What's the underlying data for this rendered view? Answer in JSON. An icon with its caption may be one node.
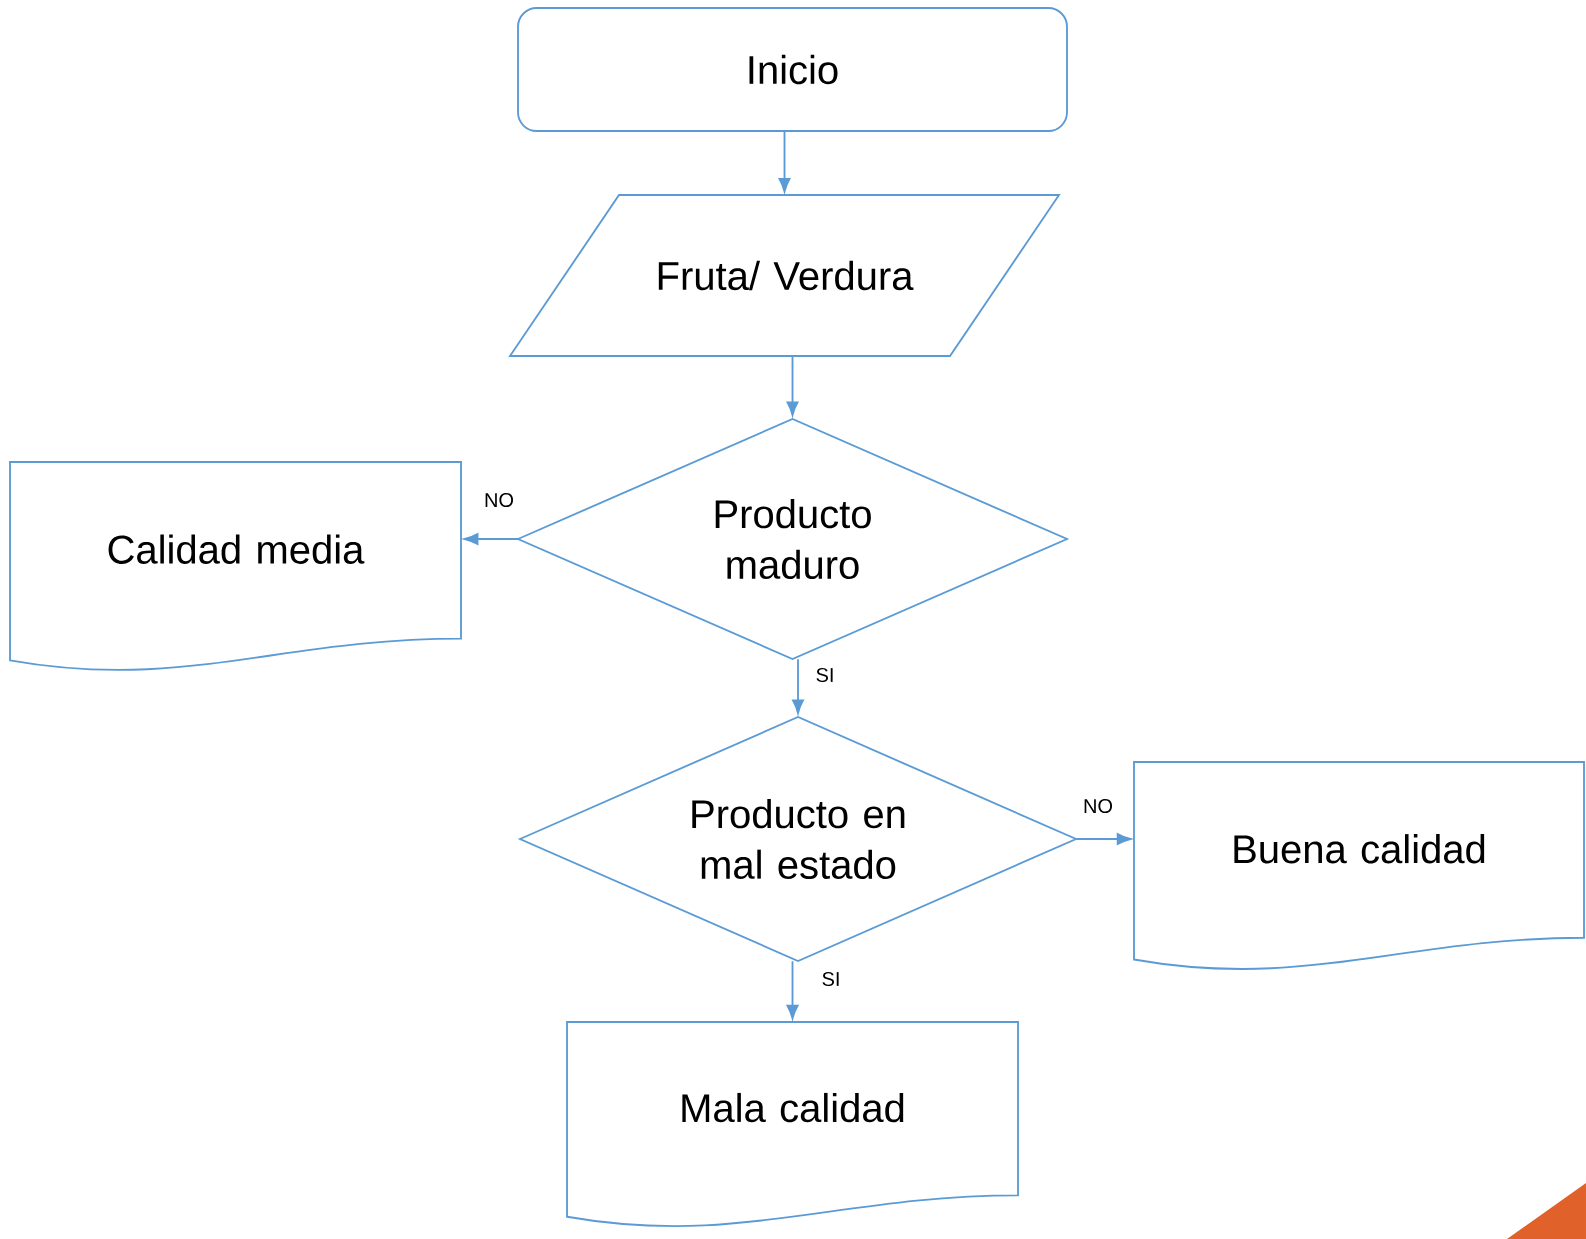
{
  "diagram": {
    "nodes": [
      {
        "text": [
          "Inicio"
        ]
      },
      {
        "text": [
          "Fruta/ Verdura"
        ]
      },
      {
        "text": [
          "Producto maduro"
        ]
      },
      {
        "text": [
          "Calidad media"
        ]
      },
      {
        "text": [
          "Producto en mal estado"
        ]
      },
      {
        "text": [
          "Buena calidad"
        ]
      },
      {
        "text": [
          "Mala calidad"
        ]
      }
    ],
    "edges": [
      {
        "from": 0,
        "to": 1,
        "arrow": "to"
      },
      {
        "from": 1,
        "to": 2,
        "arrow": "to"
      },
      {
        "from": 2,
        "to": 3,
        "arrow": "to",
        "label": "NO"
      },
      {
        "from": 2,
        "to": 4,
        "arrow": "to",
        "label": "SI"
      },
      {
        "from": 4,
        "to": 5,
        "arrow": "to",
        "label": "NO"
      },
      {
        "from": 4,
        "to": 6,
        "arrow": "to",
        "label": "SI"
      }
    ]
  }
}
